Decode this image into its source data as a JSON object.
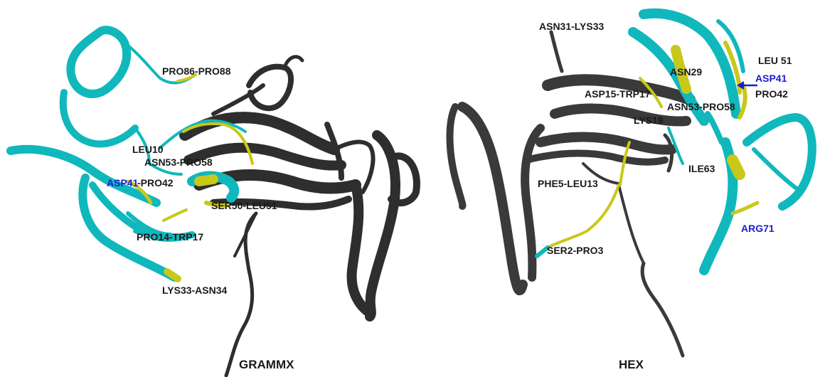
{
  "panels": {
    "left_title": "GRAMMX",
    "right_title": "HEX"
  },
  "left_labels": {
    "pro86_pro88": "PRO86-PRO88",
    "leu10": "LEU10",
    "asn53_pro58": "ASN53-PRO58",
    "asp41": "ASP41",
    "pro42": "-PRO42",
    "ser50_leu51": "SER50-LEU51",
    "pro14_trp17": "PRO14-TRP17",
    "lys33_asn34": "LYS33-ASN34"
  },
  "right_labels": {
    "asn31_lys33": "ASN31-LYS33",
    "leu51": "LEU 51",
    "asn29": "ASN29",
    "asp41": "ASP41",
    "pro42": "PRO42",
    "asp15_trp17": "ASP15-TRP17",
    "asn53_pro58": "ASN53-PRO58",
    "lys19": "LYS19",
    "ile63": "ILE63",
    "phe5_leu13": "PHE5-LEU13",
    "arg71": "ARG71",
    "ser2_pro3": "SER2-PRO3"
  },
  "colors": {
    "ribbon_dark": "#2e2e2e",
    "ribbon_cyan": "#10b8bc",
    "highlight_yellow": "#c8c81a",
    "label_blue": "#1b1bd6",
    "arrow_blue": "#1b1bd6"
  }
}
